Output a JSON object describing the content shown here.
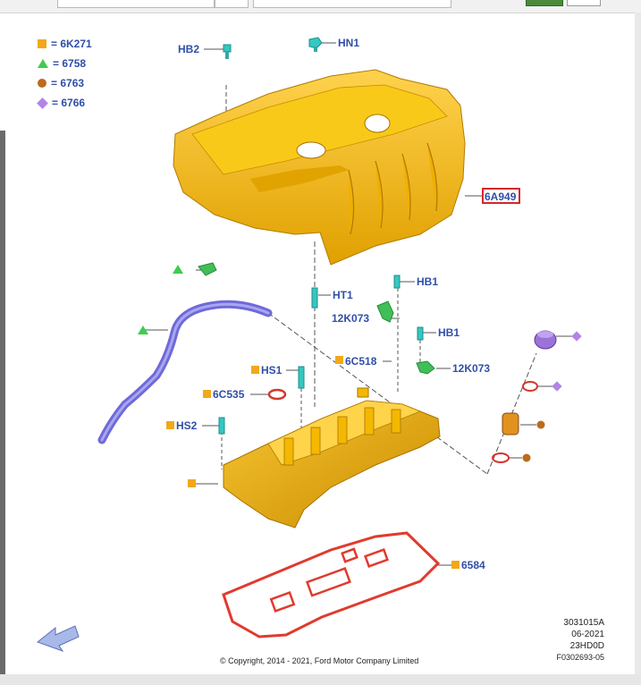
{
  "legend": [
    {
      "symbol": "square",
      "label": "= 6K271",
      "color": "#f1a81b"
    },
    {
      "symbol": "triangle",
      "label": "= 6758",
      "color": "#3dcc4e"
    },
    {
      "symbol": "circle",
      "label": "= 6763",
      "color": "#bc6a1d"
    },
    {
      "symbol": "diamond",
      "label": "= 6766",
      "color": "#b184e6"
    }
  ],
  "callouts": {
    "hb2": "HB2",
    "hn1": "HN1",
    "part_6a949": "6A949",
    "ht1": "HT1",
    "hb1_top": "HB1",
    "part_12k073_top": "12K073",
    "hb1_mid": "HB1",
    "part_6c518": "6C518",
    "part_12k073_mid": "12K073",
    "hs1": "HS1",
    "part_6c535": "6C535",
    "hs2": "HS2",
    "part_6584": "6584"
  },
  "metadata": {
    "line1": "3031015A",
    "line2": "06-2021",
    "line3": "23HD0D",
    "line4": "F0302693-05"
  },
  "copyright": "© Copyright, 2014 - 2021, Ford Motor Company Limited",
  "colors": {
    "label": "#2f4fa8",
    "square": "#f1a81b",
    "triangle": "#3dcc4e",
    "circle": "#bc6a1d",
    "diamond": "#b184e6",
    "highlight": "#d6262a",
    "engine_cover": "#f5b800",
    "gasket": "#e03b2e",
    "hose": "#7a78e6"
  }
}
